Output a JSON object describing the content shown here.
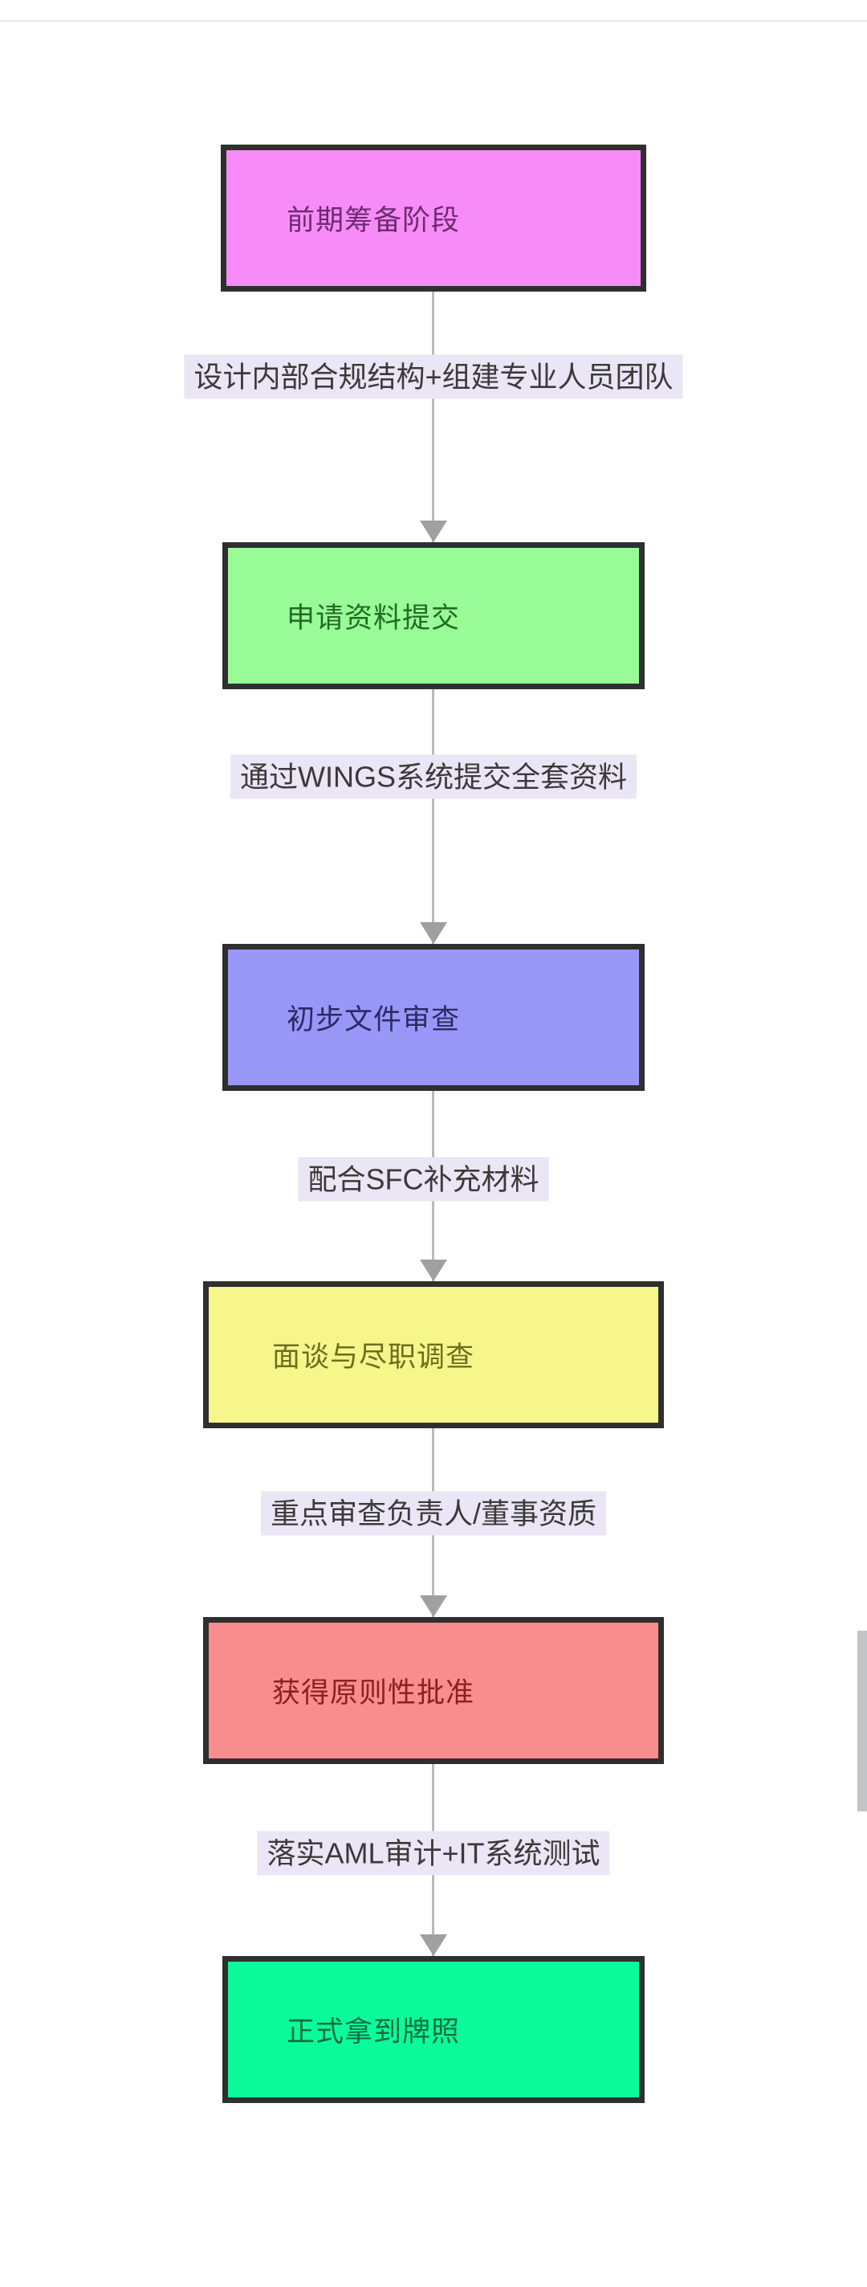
{
  "page": {
    "background_color": "#ffffff",
    "top_divider_color": "#e8e8e8"
  },
  "flowchart": {
    "type": "vertical-flow",
    "nodes": [
      {
        "id": "n1",
        "label": "前期筹备阶段",
        "fill": "#f78cf8",
        "text_color": "#6d2a70",
        "border_color": "#2f2f2f"
      },
      {
        "id": "n2",
        "label": "申请资料提交",
        "fill": "#98fb98",
        "text_color": "#226b22",
        "border_color": "#2f2f2f"
      },
      {
        "id": "n3",
        "label": "初步文件审查",
        "fill": "#9897f7",
        "text_color": "#2b2a66",
        "border_color": "#2f2f2f"
      },
      {
        "id": "n4",
        "label": "面谈与尽职调查",
        "fill": "#f6f68b",
        "text_color": "#6e6e20",
        "border_color": "#2f2f2f"
      },
      {
        "id": "n5",
        "label": "获得原则性批准",
        "fill": "#f98c8c",
        "text_color": "#8b2020",
        "border_color": "#2f2f2f"
      },
      {
        "id": "n6",
        "label": "正式拿到牌照",
        "fill": "#0bfa9b",
        "text_color": "#0e6e3e",
        "border_color": "#2f2f2f"
      }
    ],
    "edges": [
      {
        "from": "n1",
        "to": "n2",
        "label": "设计内部合规结构+组建专业人员团队"
      },
      {
        "from": "n2",
        "to": "n3",
        "label": "通过WINGS系统提交全套资料"
      },
      {
        "from": "n3",
        "to": "n4",
        "label": "配合SFC补充材料"
      },
      {
        "from": "n4",
        "to": "n5",
        "label": "重点审查负责人/董事资质"
      },
      {
        "from": "n5",
        "to": "n6",
        "label": "落实AML审计+IT系统测试"
      }
    ],
    "edge_style": {
      "line_color": "#b9b9b9",
      "arrow_color": "#a0a0a0",
      "label_background": "#eae6f5",
      "label_text_color": "#3a3a3a"
    }
  },
  "scrollbar": {
    "thumb_color": "#c2c4c5"
  }
}
